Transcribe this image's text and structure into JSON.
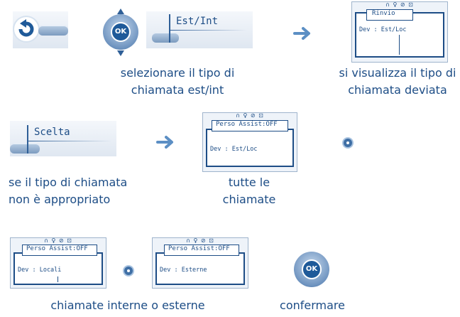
{
  "row1": {
    "softkey_label": "Est/Int",
    "caption": "selezionare il tipo di chiamata est/int",
    "screen": {
      "header": "Rinvio",
      "line": "Dev : Est/Loc"
    },
    "screen_caption": "si visualizza il tipo di chiamata deviata"
  },
  "row2": {
    "softkey_label": "Scelta",
    "caption": "se il tipo di chiamata non è appropriato",
    "screen": {
      "header": "Perso Assist:OFF",
      "line": "Dev : Est/Loc"
    },
    "screen_caption": "tutte le chiamate"
  },
  "row3": {
    "screen_a": {
      "header": "Perso Assist:OFF",
      "line": "Dev : Locali"
    },
    "screen_b": {
      "header": "Perso Assist:OFF",
      "line": "Dev : Esterne"
    },
    "caption": "chiamate interne o esterne",
    "confirm_caption": "confermare"
  },
  "status_icons": "∩ ♀ ⊘ ⊡",
  "nav_ok": "OK",
  "colors": {
    "text": "#1d4d86",
    "key": "#7c9bbf",
    "arrow": "#5c8fc4"
  }
}
